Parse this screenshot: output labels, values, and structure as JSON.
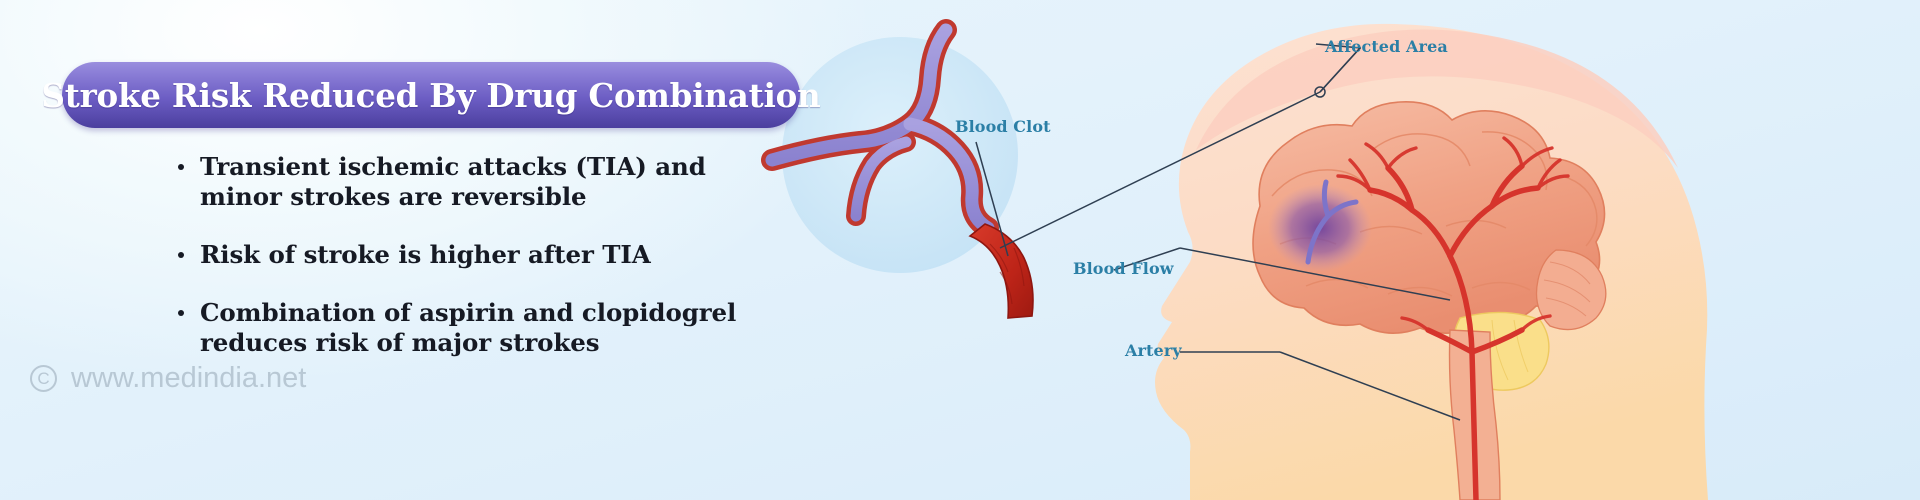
{
  "title": {
    "text": "Stroke Risk Reduced By Drug Combination"
  },
  "bullets": [
    {
      "line1": "Transient ischemic attacks (TIA) and",
      "line2": "minor strokes are reversible"
    },
    {
      "line1": "Risk of stroke is higher after TIA",
      "line2": ""
    },
    {
      "line1": "Combination of aspirin and clopidogrel",
      "line2": "reduces risk of major strokes"
    }
  ],
  "watermark": {
    "symbol": "C",
    "url": "www.medindia.net"
  },
  "illustration": {
    "labels": {
      "affected_area": "Affected Area",
      "blood_clot": "Blood Clot",
      "blood_flow": "Blood Flow",
      "artery": "Artery"
    }
  },
  "colors": {
    "background_light": "#e9f5fc",
    "background_deep": "#d8ebf9",
    "banner_top": "#9a8ede",
    "banner_bottom": "#4b3f9e",
    "banner_text": "#ffffff",
    "bullet_text": "#161a24",
    "label_text": "#2b7fa6",
    "watermark_text": "#b8c8d4",
    "skin": "#fbd9c3",
    "skin_light": "#fde3d0",
    "brain": "#f0a184",
    "brain_light": "#f5b79e",
    "vessel_red": "#d6342c",
    "vessel_purple": "#9b93d8",
    "clot_red": "#c42a21",
    "affected_purple": "#7a4fa8",
    "cerebellum_yellow": "#fadf8a",
    "inset_circle": "#cfe8f7"
  }
}
